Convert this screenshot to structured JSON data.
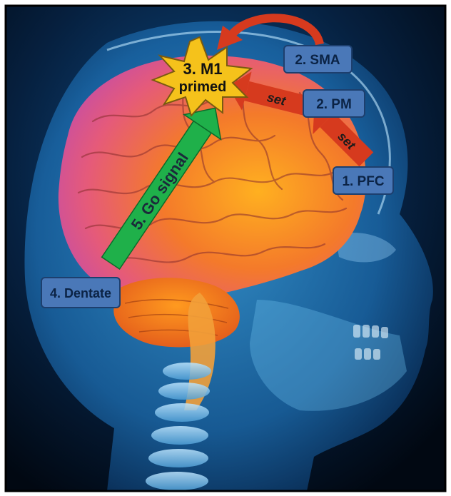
{
  "nodes": {
    "sma": "2. SMA",
    "pm": "2. PM",
    "pfc": "1. PFC",
    "dentate": "4. Dentate",
    "m1_line1": "3. M1",
    "m1_line2": "primed"
  },
  "arrows": {
    "pm_to_m1": "set",
    "pfc_to_pm": "set",
    "go": "5. Go signal"
  },
  "colors": {
    "box_fill": "#4a78b8",
    "box_text": "#0b2345",
    "star_fill": "#f5c21b",
    "red_arrow": "#d63a1e",
    "green_arrow": "#1fb04a"
  }
}
